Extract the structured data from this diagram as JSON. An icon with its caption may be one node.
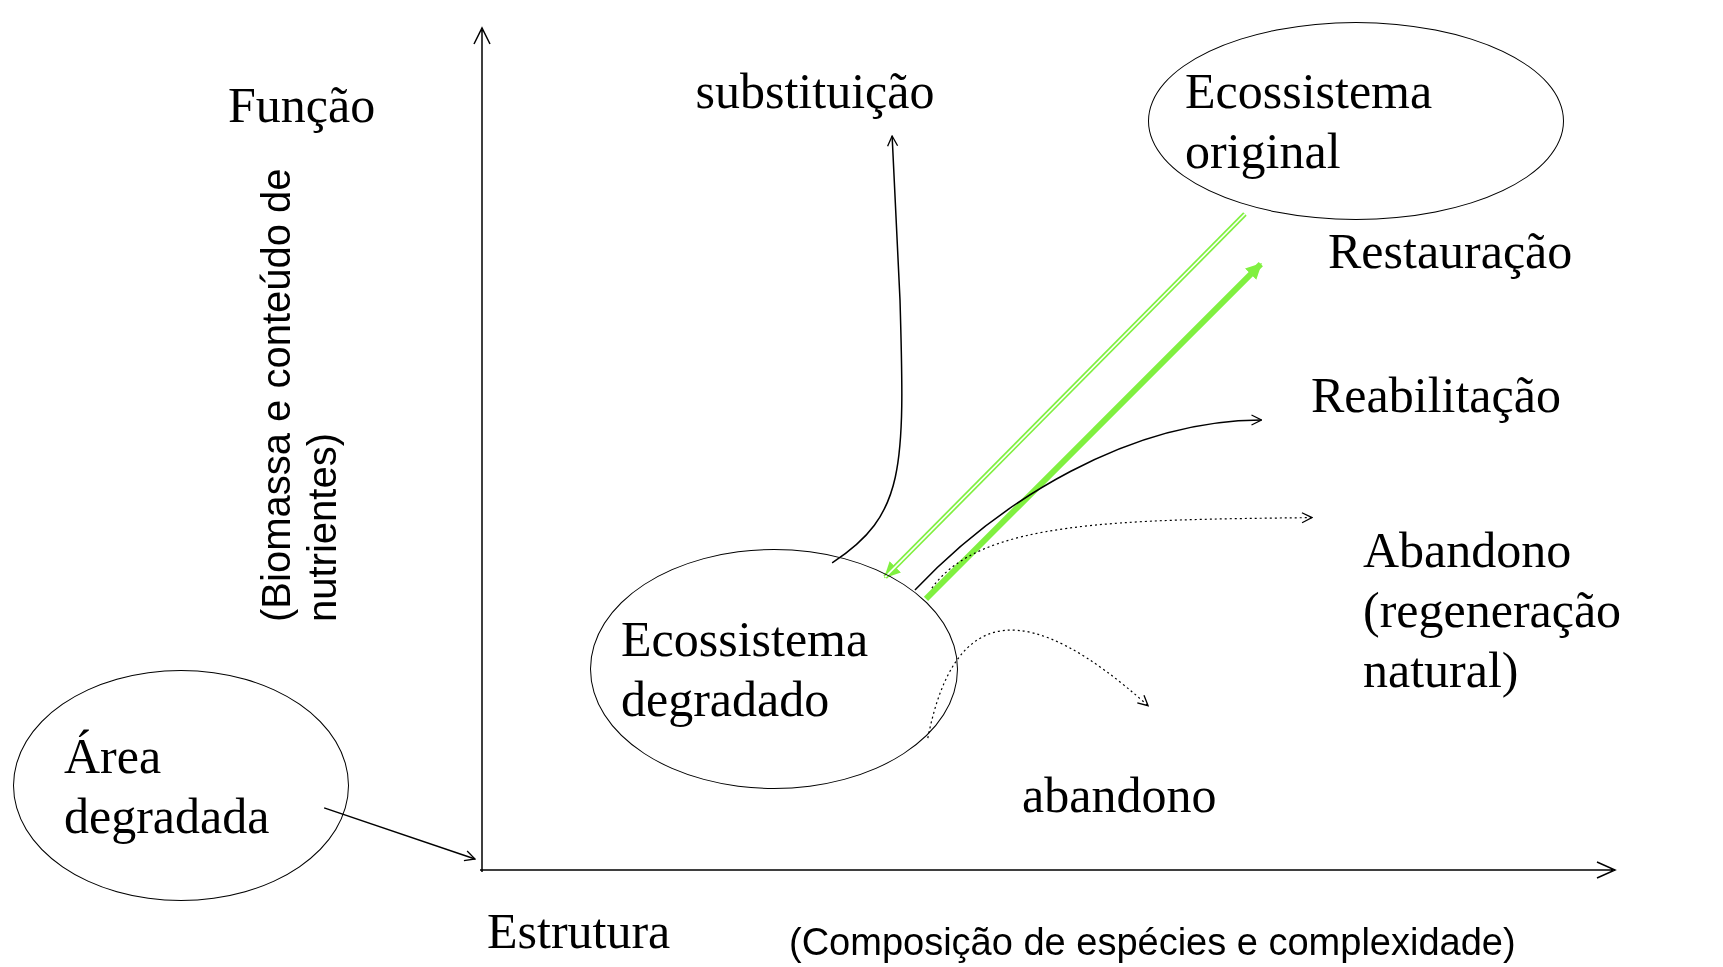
{
  "diagram": {
    "nodes": [
      {
        "text": [
          "Área degradada"
        ]
      },
      {
        "text": [
          "Ecossistema degradado"
        ]
      },
      {
        "text": [
          "Ecossistema original"
        ]
      },
      {
        "text": [
          "substituição"
        ]
      },
      {
        "text": [
          "Restauração"
        ]
      },
      {
        "text": [
          "Reabilitação"
        ]
      },
      {
        "text": [
          "Abandono (regeneração natural)"
        ]
      },
      {
        "text": [
          "abandono"
        ]
      }
    ],
    "edges": [
      {
        "from": 0,
        "to": null,
        "arrow": "to"
      },
      {
        "from": 1,
        "to": 3,
        "arrow": "to"
      },
      {
        "from": 1,
        "to": 4,
        "arrow": "to",
        "style": "thick",
        "color": "#80f040"
      },
      {
        "from": 2,
        "to": 1,
        "arrow": "to",
        "style": "thick",
        "color": "#80f040"
      },
      {
        "from": 1,
        "to": 5,
        "arrow": "to"
      },
      {
        "from": 1,
        "to": 6,
        "arrow": "to",
        "style": "dashed"
      },
      {
        "from": 1,
        "to": 7,
        "arrow": "to",
        "style": "dashed"
      }
    ],
    "labels": [
      "Função",
      "(Biomassa e conteúdo de nutrientes)",
      "Estrutura",
      "(Composição de espécies e complexidade)"
    ]
  }
}
